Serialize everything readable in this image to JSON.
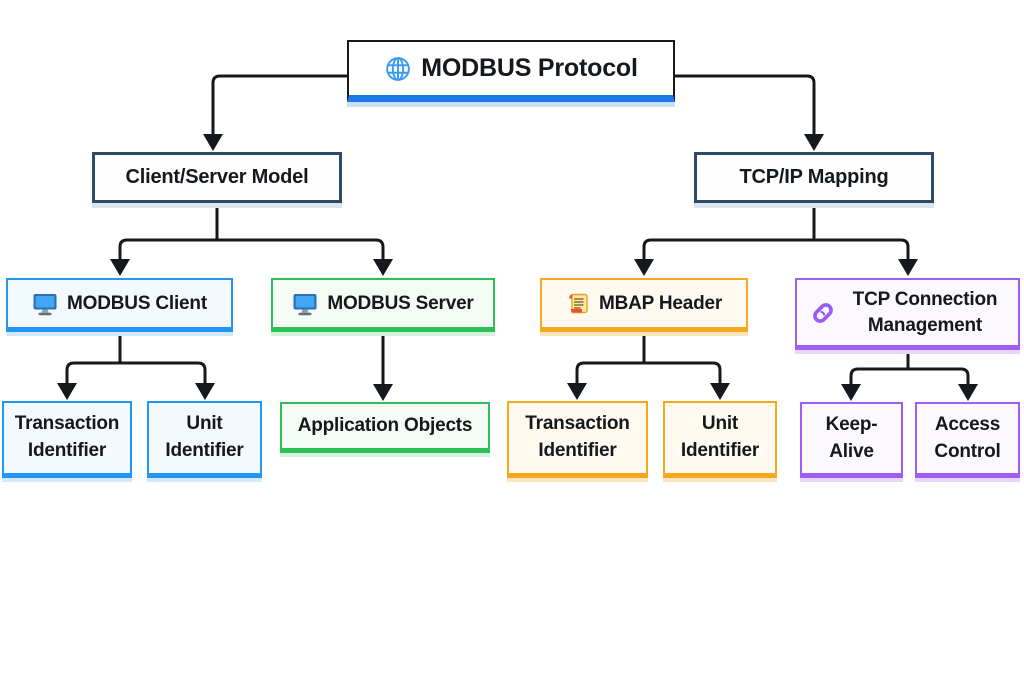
{
  "diagram": {
    "type": "tree",
    "nodes": {
      "root": {
        "label": "MODBUS Protocol",
        "icon": "globe-icon",
        "accent": "#1d79e8"
      },
      "client_server_model": {
        "label": "Client/Server Model",
        "accent": "#2d4a68"
      },
      "tcpip_mapping": {
        "label": "TCP/IP Mapping",
        "accent": "#2d4a68"
      },
      "modbus_client": {
        "label": "MODBUS Client",
        "icon": "monitor-icon",
        "accent": "#2196f3"
      },
      "modbus_server": {
        "label": "MODBUS Server",
        "icon": "monitor-icon",
        "accent": "#2fbf58"
      },
      "mbap_header": {
        "label": "MBAP Header",
        "icon": "scroll-icon",
        "accent": "#f8a81e"
      },
      "tcp_connection_management": {
        "label": "TCP Connection Management",
        "icon": "link-icon",
        "accent": "#a05df3"
      },
      "transaction_identifier_client": {
        "label": "Transaction Identifier",
        "accent": "#2196f3"
      },
      "unit_identifier_client": {
        "label": "Unit Identifier",
        "accent": "#2196f3"
      },
      "application_objects": {
        "label": "Application Objects",
        "accent": "#2fbf58"
      },
      "transaction_identifier_mbap": {
        "label": "Transaction Identifier",
        "accent": "#f8a81e"
      },
      "unit_identifier_mbap": {
        "label": "Unit Identifier",
        "accent": "#f8a81e"
      },
      "keep_alive": {
        "label": "Keep-Alive",
        "accent": "#a05df3"
      },
      "access_control": {
        "label": "Access Control",
        "accent": "#a05df3"
      }
    },
    "edges": [
      {
        "from": "root",
        "to": "client_server_model"
      },
      {
        "from": "root",
        "to": "tcpip_mapping"
      },
      {
        "from": "client_server_model",
        "to": "modbus_client"
      },
      {
        "from": "client_server_model",
        "to": "modbus_server"
      },
      {
        "from": "modbus_client",
        "to": "transaction_identifier_client"
      },
      {
        "from": "modbus_client",
        "to": "unit_identifier_client"
      },
      {
        "from": "modbus_server",
        "to": "application_objects"
      },
      {
        "from": "tcpip_mapping",
        "to": "mbap_header"
      },
      {
        "from": "tcpip_mapping",
        "to": "tcp_connection_management"
      },
      {
        "from": "mbap_header",
        "to": "transaction_identifier_mbap"
      },
      {
        "from": "mbap_header",
        "to": "unit_identifier_mbap"
      },
      {
        "from": "tcp_connection_management",
        "to": "keep_alive"
      },
      {
        "from": "tcp_connection_management",
        "to": "access_control"
      }
    ],
    "colors": {
      "line": "#15181d",
      "root_accent": "#1d79e8",
      "level2_border": "#2d4a68",
      "blue": "#2196f3",
      "green": "#2fbf58",
      "orange": "#f8a81e",
      "purple": "#a05df3"
    }
  }
}
